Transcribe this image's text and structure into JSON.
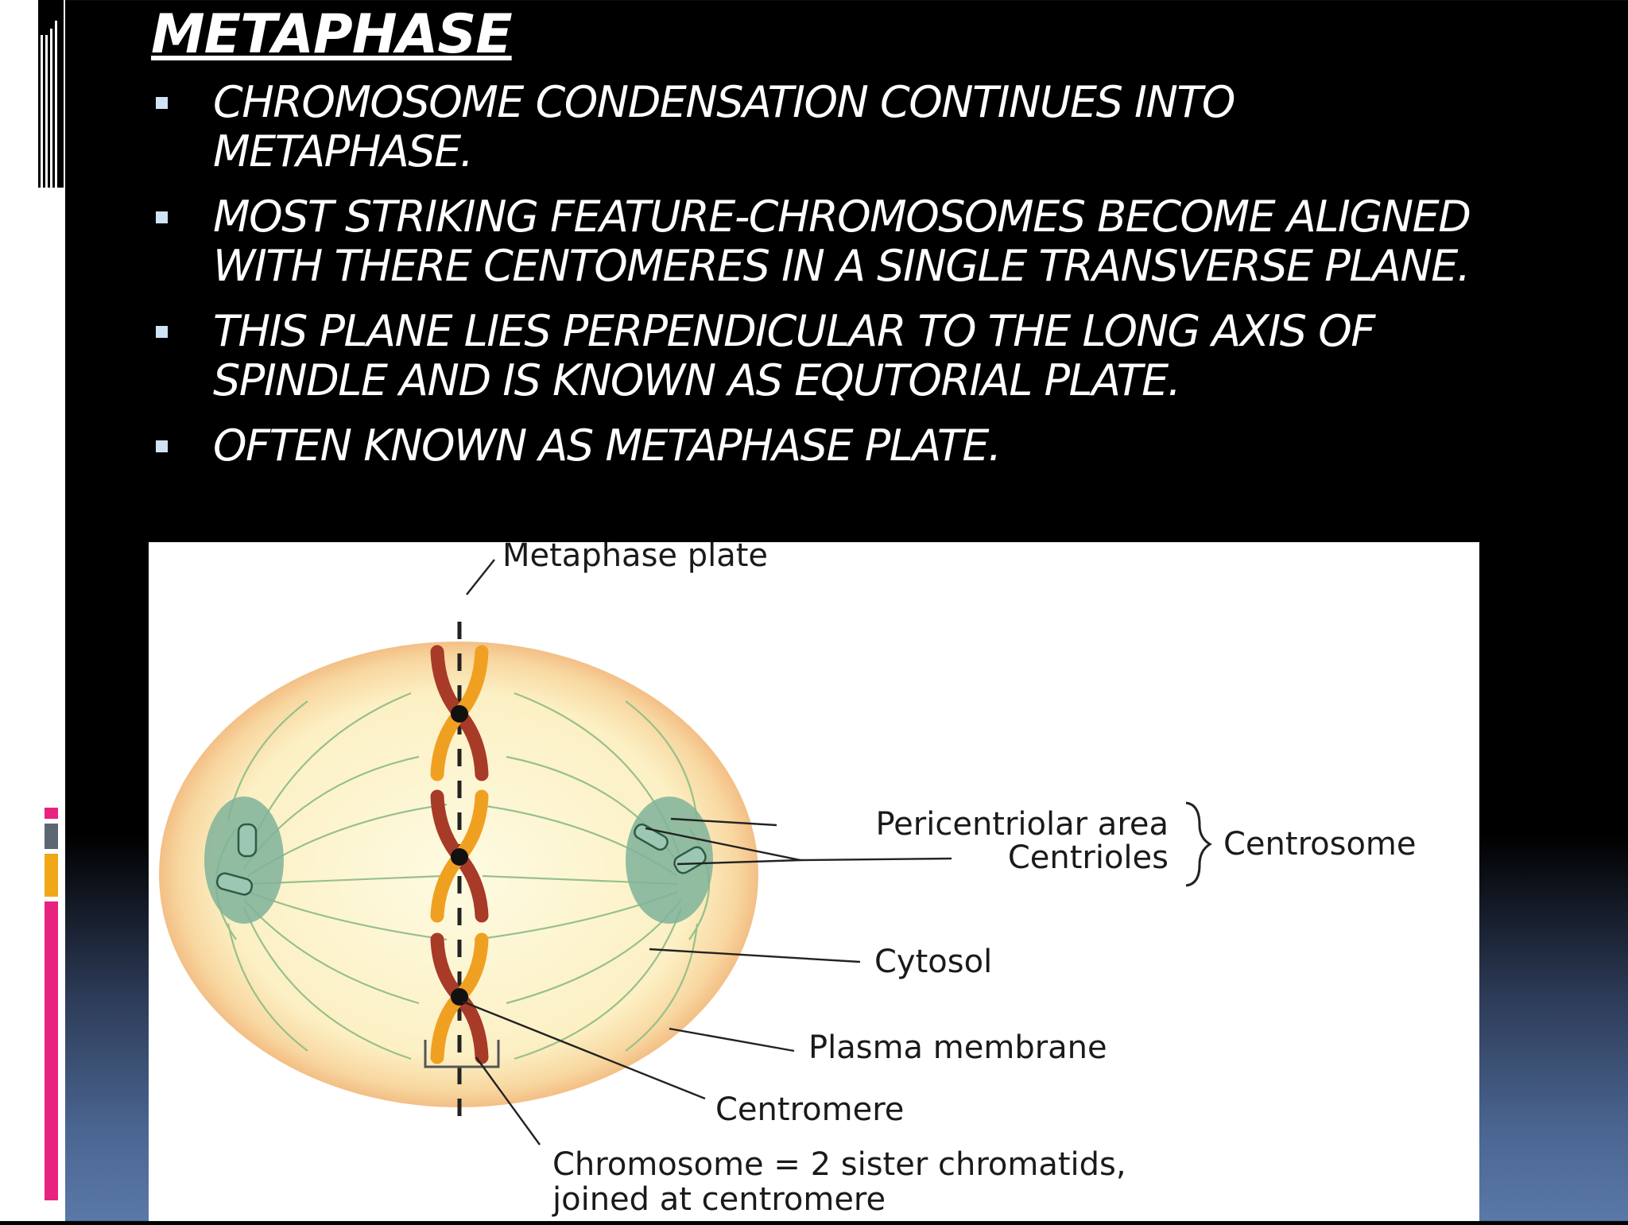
{
  "slide": {
    "title": "METAPHASE",
    "bullets": [
      "CHROMOSOME CONDENSATION CONTINUES INTO METAPHASE.",
      "MOST STRIKING FEATURE-CHROMOSOMES BECOME ALIGNED WITH THERE CENTOMERES IN A SINGLE TRANSVERSE PLANE.",
      "THIS PLANE LIES PERPENDICULAR TO THE LONG AXIS OF SPINDLE AND IS KNOWN AS EQUTORIAL PLATE.",
      "OFTEN KNOWN AS METAPHASE PLATE."
    ]
  },
  "diagram": {
    "labels": {
      "metaphase_plate": "Metaphase plate",
      "pericentriolar_area": "Pericentriolar area",
      "centrioles": "Centrioles",
      "centrosome": "Centrosome",
      "cytosol": "Cytosol",
      "plasma_membrane": "Plasma membrane",
      "centromere": "Centromere",
      "chromosome_line1": "Chromosome = 2 sister chromatids,",
      "chromosome_line2": "joined at centromere"
    }
  },
  "colors": {
    "background": "#000000",
    "title_text": "#ffffff",
    "bullet_marker": "#cfe3f5",
    "deco_pink": "#e8237f",
    "deco_orange": "#f0a818",
    "deco_gray": "#5d6673",
    "cell_fill": "#fdf6cc",
    "cell_rim": "#f6c98e",
    "centrosome_fill": "#7fb39a",
    "chromatid_red": "#a83a28",
    "chromatid_orange": "#f0a020",
    "spindle": "#98c08a"
  },
  "decoration": {
    "left_bars": [
      "deco_pink",
      "deco_gray",
      "deco_orange",
      "deco_pink"
    ]
  }
}
